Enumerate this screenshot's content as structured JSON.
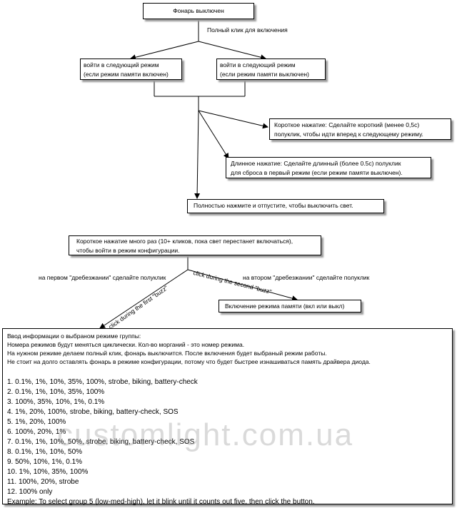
{
  "nodes": {
    "off": "Фонарь выключен",
    "full_click_label": "Полный клик для включения",
    "next_mode_mem_on": [
      "войти в следующий режим",
      "(если режим памяти включен)"
    ],
    "next_mode_mem_off": [
      "войти в следующий режим",
      "(если режим памяти выключен)"
    ],
    "short_press": [
      "Короткое нажатие: Сделайте короткий (менее 0,5с)",
      "полуклик, чтобы идти вперед к следующему режиму."
    ],
    "long_press": [
      "Длинное нажатие: Сделайте длинный (более 0.5с) полуклик",
      "для сброса в первый режим (если режим памяти выключен)."
    ],
    "full_press_off": "Полностью нажмите и отпустите, чтобы выключить свет.",
    "config_entry": [
      "Короткое нажатие много раз (10+ кликов, пока свет перестанет включаться),",
      "чтобы войти в режим конфигурации."
    ],
    "first_buzz_ru": "на первом \"дребезжании\" сделайте полуклик",
    "second_buzz_ru": "на втором \"дребезжании\" сделайте полуклик",
    "first_buzz_en": "click during the first \"buzz\"",
    "second_buzz_en": "click during the second \"buzz\"",
    "memory_toggle": "Включение режима памяти (вкл или выкл)"
  },
  "info": {
    "lines": [
      "Ввод информации о выбраном режиме группы:",
      "Номера режимов будут меняться циклически. Кол-во морганий - это номер режима.",
      "На нужном режиме делаем полный клик, фонарь выключится. После включения будет выбраный режим работы.",
      "Не стоит на долго оставлять фонарь в режиме конфигурации, потому что будет быстрее изнашиваться память драйвера диода."
    ],
    "groups": [
      "1. 0.1%, 1%, 10%, 35%, 100%, strobe, biking, battery-check",
      "2. 0.1%, 1%, 10%, 35%, 100%",
      "3. 100%, 35%, 10%, 1%, 0.1%",
      "4. 1%, 20%, 100%, strobe, biking, battery-check, SOS",
      "5. 1%, 20%, 100%",
      "6. 100%, 20%, 1%",
      "7. 0.1%, 1%, 10%, 50%, strobe, biking, battery-check, SOS",
      "8. 0.1%, 1%, 10%, 50%",
      "9. 50%, 10%, 1%, 0.1%",
      "10. 1%, 10%, 35%, 100%",
      "11. 100%, 20%, strobe",
      "12. 100% only",
      "Example: To select group 5 (low-med-high), let it blink until it counts out five, then click the button."
    ]
  },
  "watermark": "customlight.com.ua"
}
